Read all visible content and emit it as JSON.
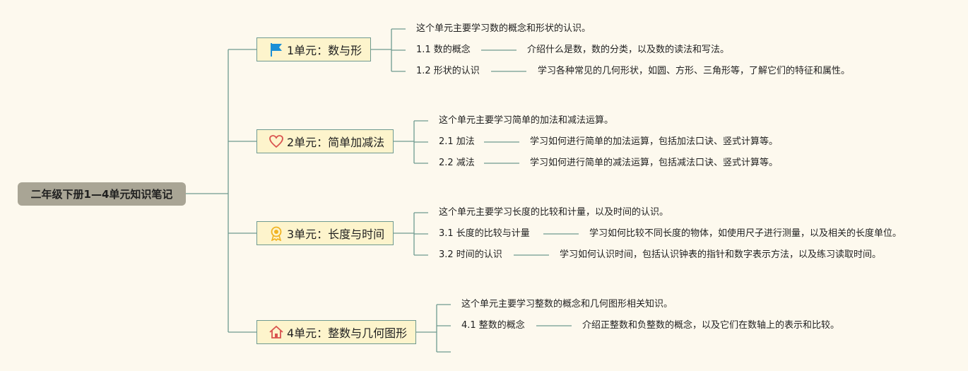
{
  "root": {
    "title": "二年级下册1—4单元知识笔记"
  },
  "colors": {
    "background": "#fdf9ee",
    "root_fill": "#a9a595",
    "unit_fill": "#fdf4cc",
    "unit_border": "#6f9a90",
    "line": "#6f9a90",
    "flag": "#1b8fd6",
    "heart": "#d9534f",
    "medal": "#f0b323",
    "house": "#d9534f"
  },
  "units": [
    {
      "icon": "flag-icon",
      "title": "1单元：数与形",
      "summary": "这个单元主要学习数的概念和形状的认识。",
      "items": [
        {
          "title": "1.1 数的概念",
          "desc": "介绍什么是数，数的分类，以及数的读法和写法。"
        },
        {
          "title": "1.2 形状的认识",
          "desc": "学习各种常见的几何形状，如圆、方形、三角形等，了解它们的特征和属性。"
        }
      ]
    },
    {
      "icon": "heart-icon",
      "title": "2单元：简单加减法",
      "summary": "这个单元主要学习简单的加法和减法运算。",
      "items": [
        {
          "title": "2.1 加法",
          "desc": "学习如何进行简单的加法运算，包括加法口诀、竖式计算等。"
        },
        {
          "title": "2.2 减法",
          "desc": "学习如何进行简单的减法运算，包括减法口诀、竖式计算等。"
        }
      ]
    },
    {
      "icon": "medal-icon",
      "title": "3单元：长度与时间",
      "summary": "这个单元主要学习长度的比较和计量，以及时间的认识。",
      "items": [
        {
          "title": "3.1 长度的比较与计量",
          "desc": "学习如何比较不同长度的物体，如使用尺子进行测量，以及相关的长度单位。"
        },
        {
          "title": "3.2 时间的认识",
          "desc": "学习如何认识时间，包括认识钟表的指针和数字表示方法，以及练习读取时间。"
        }
      ]
    },
    {
      "icon": "house-icon",
      "title": "4单元：整数与几何图形",
      "summary": "这个单元主要学习整数的概念和几何图形相关知识。",
      "items": [
        {
          "title": "4.1 整数的概念",
          "desc": "介绍正整数和负整数的概念，以及它们在数轴上的表示和比较。"
        },
        {
          "title": "",
          "desc": ""
        }
      ]
    }
  ]
}
